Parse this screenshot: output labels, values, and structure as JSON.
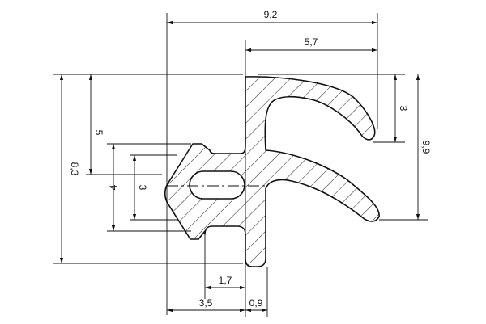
{
  "drawing": {
    "colors": {
      "line": "#111111",
      "fill": "#ffffff",
      "hatch": "#222222"
    },
    "dimensions": {
      "overall_width": "9,2",
      "lip_span": "5,7",
      "overall_height": "8,3",
      "upper_height": "5",
      "bulb_height": "4",
      "slot_height": "3",
      "lip_gap": "3",
      "lip_reach": "9,9",
      "neck_width": "1,7",
      "bulb_width": "3,5",
      "web_width": "0,9"
    }
  }
}
